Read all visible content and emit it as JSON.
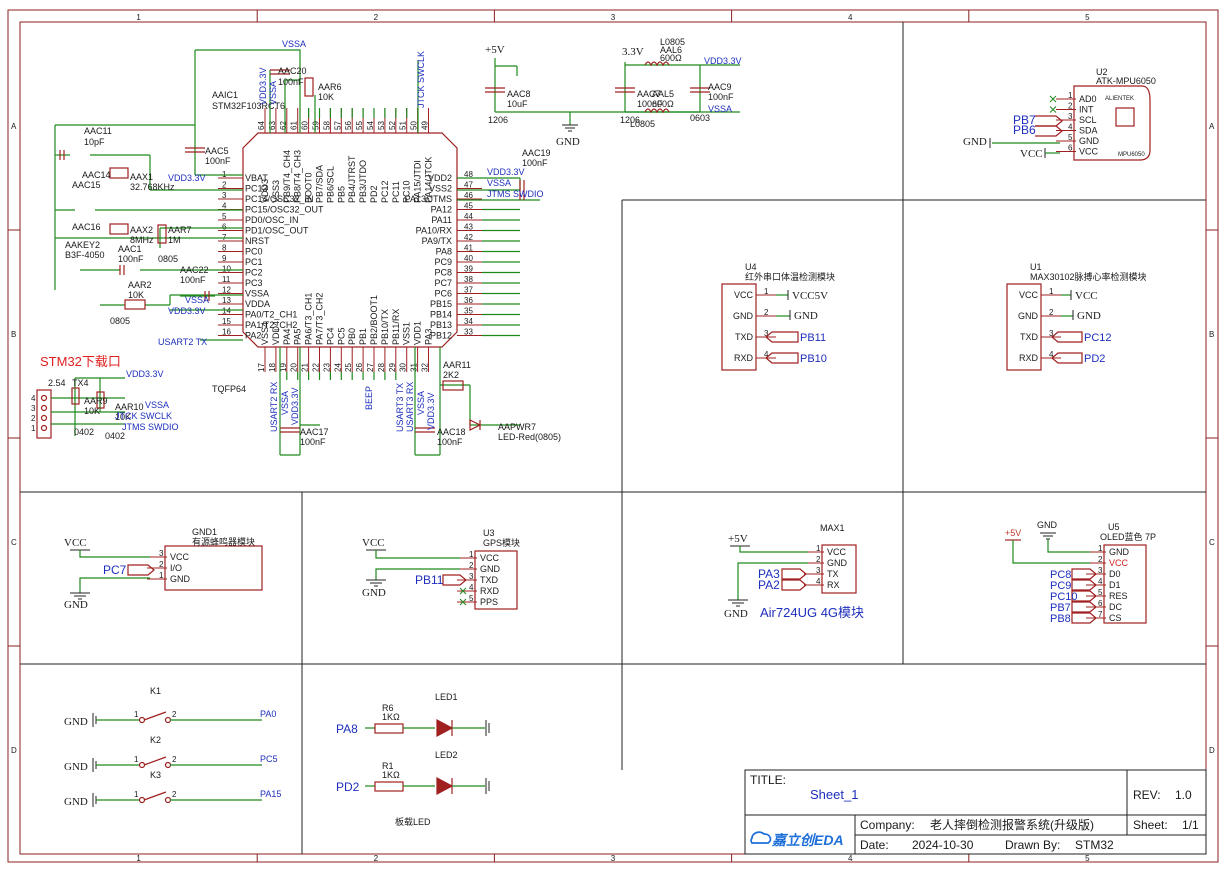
{
  "sheet": {
    "columns": [
      "1",
      "2",
      "3",
      "4",
      "5"
    ],
    "rows": [
      "A",
      "B",
      "C",
      "D"
    ]
  },
  "mcu": {
    "ref": "AAIC1",
    "part": "STM32F103RCT6",
    "package": "TQFP64",
    "left_pins": [
      "VBAT",
      "PC13",
      "PC14/OSC32_IN",
      "PC15/OSC32_OUT",
      "PD0/OSC_IN",
      "PD1/OSC_OUT",
      "NRST",
      "PC0",
      "PC1",
      "PC2",
      "PC3",
      "VSSA",
      "VDDA",
      "PA0/T2_CH1",
      "PA1/T2_CH2",
      "PA2"
    ],
    "left_nums": [
      "1",
      "2",
      "3",
      "4",
      "5",
      "6",
      "7",
      "8",
      "9",
      "10",
      "11",
      "12",
      "13",
      "14",
      "15",
      "16"
    ],
    "right_pins": [
      "VDD2",
      "VSS2",
      "PA13/JTMS",
      "PA12",
      "PA11",
      "PA10/RX",
      "PA9/TX",
      "PA8",
      "PC9",
      "PC8",
      "PC7",
      "PC6",
      "PB15",
      "PB14",
      "PB13",
      "PB12"
    ],
    "right_nums": [
      "48",
      "47",
      "46",
      "45",
      "44",
      "43",
      "42",
      "41",
      "40",
      "39",
      "38",
      "37",
      "36",
      "35",
      "34",
      "33"
    ],
    "top_pins": [
      "VDD3",
      "VSS3",
      "PB9/T4_CH4",
      "PB8/T4_CH3",
      "BOOT0",
      "PB7/SDA",
      "PB6/SCL",
      "PB5",
      "PB4/JTRST",
      "PB3/JTDO",
      "PD2",
      "PC12",
      "PC11",
      "PC10",
      "PA15/JTDI",
      "PA14/JTCK"
    ],
    "top_nums": [
      "64",
      "63",
      "62",
      "61",
      "60",
      "59",
      "58",
      "57",
      "56",
      "55",
      "54",
      "53",
      "52",
      "51",
      "50",
      "49"
    ],
    "bottom_pins": [
      "VSS4",
      "VDD4",
      "PA4",
      "PA5",
      "PA6/T3_CH1",
      "PA7/T3_CH2",
      "PC4",
      "PC5",
      "PB0",
      "PB1",
      "PB2/BOOT1",
      "PB10/TX",
      "PB11/RX",
      "VSS1",
      "VDD1",
      "PA3"
    ],
    "bottom_nums": [
      "17",
      "18",
      "19",
      "20",
      "21",
      "22",
      "23",
      "24",
      "25",
      "26",
      "27",
      "28",
      "29",
      "30",
      "31",
      "32"
    ]
  },
  "labels": {
    "vssa": "VSSA",
    "vdd33": "VDD3.3V",
    "jtck": "JTCK SWCLK",
    "jtms": "JTMS SWDIO",
    "usart2tx": "USART2 TX",
    "usart2rx": "USART2 RX",
    "usart3tx": "USART3 TX",
    "usart3rx": "USART3 RX",
    "beep": "BEEP",
    "jtck_left": "JTCK SWCLK",
    "jtms_left": "JTMS SWDIO"
  },
  "components": {
    "aac20": "AAC20",
    "aac20v": "100nF",
    "aar6": "AAR6",
    "aar6v": "10K",
    "aac5": "AAC5",
    "aac5v": "100nF",
    "aac11": "AAC11",
    "aac11v": "10pF",
    "aac14": "AAC14",
    "aac15": "AAC15",
    "aax1": "AAX1",
    "aax1v": "32.768KHz",
    "aac16": "AAC16",
    "aax2": "AAX2",
    "aax2v": "8MHz",
    "aar7": "AAR7",
    "aar7v": "1M",
    "aakey2": "AAKEY2",
    "aakey2v": "B3F-4050",
    "aac1": "AAC1",
    "aac1v": "100nF",
    "aar2": "AAR2",
    "aar2v": "10K",
    "aac22": "AAC22",
    "aac22v": "100nF",
    "pkg0805a": "0805",
    "pkg0805b": "0805",
    "aac19": "AAC19",
    "aac19v": "100nF",
    "aac17": "AAC17",
    "aac17v": "100nF",
    "aac18": "AAC18",
    "aac18v": "100nF",
    "aar11": "AAR11",
    "aar11v": "2K2",
    "aapwr7": "AAPWR7",
    "aapwr7v": "LED-Red(0805)",
    "aac8": "AAC8",
    "aac8v": "10uF",
    "aac8p": "1206",
    "aal6": "AAL6",
    "aal6v": "600Ω",
    "aal6p": "L0805",
    "aac7": "AAC7",
    "aac7v": "100nF",
    "aal5": "AAL5",
    "aal5v": "600Ω",
    "aal5p": "L0805",
    "aac9": "AAC9",
    "aac9v": "100nF",
    "aac9p": "0603",
    "p1206b": "1206",
    "aar9": "AAR9",
    "aar9v": "10K",
    "aar10": "AAR10",
    "aar10v": "10K",
    "p0402a": "0402",
    "p0402b": "0402",
    "tx4": "TX4",
    "v254": "2.54"
  },
  "power": {
    "p5v": "+5V",
    "p33v": "3.3V",
    "gnd": "GND",
    "vcc": "VCC",
    "vcc5v": "VCC5V"
  },
  "download": {
    "title": "STM32下载口",
    "pins": [
      "4",
      "3",
      "2",
      "1"
    ]
  },
  "mpu": {
    "ref": "U2",
    "part": "ATK-MPU6050",
    "pins": [
      "AD0",
      "INT",
      "SCL",
      "SDA",
      "GND",
      "VCC"
    ],
    "nums": [
      "1",
      "2",
      "3",
      "4",
      "5",
      "6"
    ],
    "brand": "ALIENTEK",
    "chip": "MPU6050",
    "nets": [
      "PB7",
      "PB6"
    ]
  },
  "u4": {
    "ref": "U4",
    "title": "红外串口体温检测模块",
    "pins": [
      "VCC",
      "GND",
      "TXD",
      "RXD"
    ],
    "nums": [
      "1",
      "2",
      "3",
      "4"
    ],
    "nets": [
      "PB11",
      "PB10"
    ]
  },
  "u1": {
    "ref": "U1",
    "title": "MAX30102脉搏心率检测模块",
    "pins": [
      "VCC",
      "GND",
      "TXD",
      "RXD"
    ],
    "nums": [
      "1",
      "2",
      "3",
      "4"
    ],
    "nets": [
      "PC12",
      "PD2"
    ]
  },
  "gnd1": {
    "ref": "GND1",
    "title": "有源蜂鸣器模块",
    "pins": [
      "VCC",
      "I/O",
      "GND"
    ],
    "nums": [
      "3",
      "2",
      "1"
    ],
    "net": "PC7"
  },
  "u3": {
    "ref": "U3",
    "title": "GPS模块",
    "pins": [
      "VCC",
      "GND",
      "TXD",
      "RXD",
      "PPS"
    ],
    "nums": [
      "1",
      "2",
      "3",
      "4",
      "5"
    ],
    "net": "PB11"
  },
  "max1": {
    "ref": "MAX1",
    "title": "Air724UG 4G模块",
    "pins": [
      "VCC",
      "GND",
      "TX",
      "RX"
    ],
    "nums": [
      "1",
      "2",
      "3",
      "4"
    ],
    "nets": [
      "PA3",
      "PA2"
    ]
  },
  "u5": {
    "ref": "U5",
    "title": "OLED蓝色 7P",
    "pins": [
      "GND",
      "VCC",
      "D0",
      "D1",
      "RES",
      "DC",
      "CS"
    ],
    "nums": [
      "1",
      "2",
      "3",
      "4",
      "5",
      "6",
      "7"
    ],
    "nets": [
      "PC8",
      "PC9",
      "PC10",
      "PB7",
      "PB8"
    ]
  },
  "keys": [
    {
      "ref": "K1",
      "net": "PA0"
    },
    {
      "ref": "K2",
      "net": "PC5"
    },
    {
      "ref": "K3",
      "net": "PA15"
    }
  ],
  "leds": {
    "r6": "R6",
    "r6v": "1KΩ",
    "led1": "LED1",
    "n1": "PA8",
    "r1": "R1",
    "r1v": "1KΩ",
    "led2": "LED2",
    "n2": "PD2",
    "caption": "板载LED"
  },
  "titleblock": {
    "title_label": "TITLE:",
    "title": "Sheet_1",
    "rev_label": "REV:",
    "rev": "1.0",
    "company_label": "Company:",
    "company": "老人摔倒检测报警系统(升级版)",
    "sheet_label": "Sheet:",
    "sheet": "1/1",
    "date_label": "Date:",
    "date": "2024-10-30",
    "drawn_label": "Drawn By:",
    "drawn": "STM32",
    "logo": "嘉立创EDA"
  }
}
